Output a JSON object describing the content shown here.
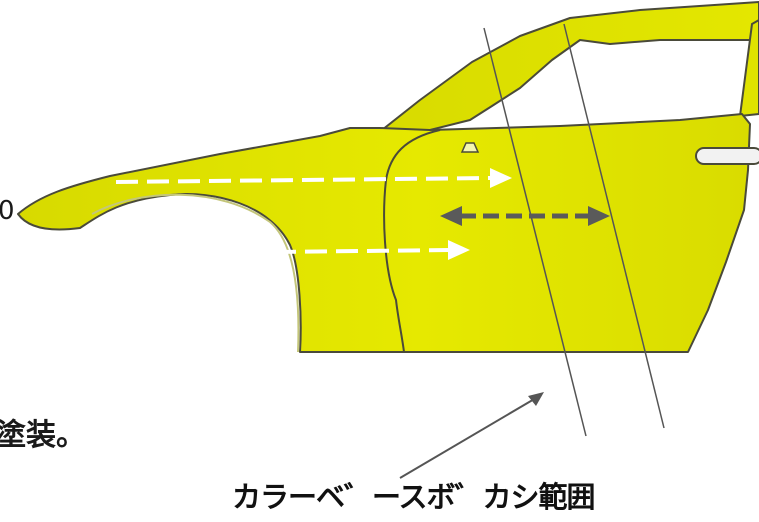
{
  "texts": {
    "left_digit": "0",
    "left_bold": "塗装。",
    "range_label": "カラーベ゛ースボ゛カシ範囲"
  },
  "colors": {
    "panel_yellow": "#e3e600",
    "panel_light": "#eef000",
    "outline": "#4a4a3a",
    "white_arrow": "#ffffff",
    "gray_arrow": "#5a5a5a",
    "pointer_line": "#555555"
  },
  "icons": {
    "white_arrows": "dashed-right-arrow",
    "gray_arrow": "dashed-double-arrow"
  }
}
